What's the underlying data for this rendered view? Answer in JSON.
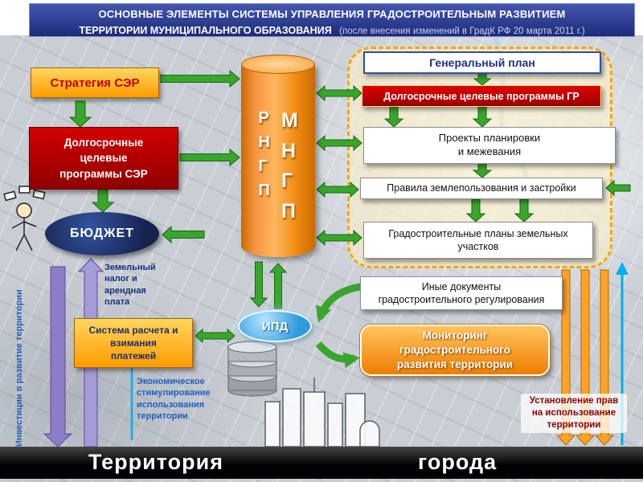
{
  "header": {
    "title_line1": "ОСНОВНЫЕ ЭЛЕМЕНТЫ СИСТЕМЫ УПРАВЛЕНИЯ ГРАДОСТРОИТЕЛЬНЫМ РАЗВИТИЕМ",
    "title_line2": "ТЕРРИТОРИИ МУНИЦИПАЛЬНОГО ОБРАЗОВАНИЯ",
    "title_note": "(после внесения изменений в ГрадК РФ 20 марта 2011 г.)"
  },
  "left_column": {
    "strategy_label": "Стратегия СЭР",
    "programs_label": "Долгосрочные\nцелевые\nпрограммы СЭР",
    "budget_label": "БЮДЖЕТ",
    "land_tax_label": "Земельный\nналог и\nарендная\nплата",
    "investments_label": "Инвестиции в развитие территории",
    "payment_system_label": "Система расчета и\nвзимания\nплатежей",
    "stimulus_label": "Экономическое\nстимулирование\nиспользования\nтерритории"
  },
  "center": {
    "rngp_label": "Р\nН\nГ\nП",
    "mngp_label": "М\nН\nГ\nП",
    "ipd_label": "ИПД"
  },
  "right_panel": {
    "general_plan_label": "Генеральный план",
    "target_programs_label": "Долгосрочные целевые программы ГР",
    "planning_projects_label": "Проекты планировки\nи межевания",
    "landuse_rules_label": "Правила землепользования и застройки",
    "plot_plans_label": "Градостроительные планы земельных\nучастков",
    "other_documents_label": "Иные документы\nградостроительного регулирования",
    "monitoring_label": "Мониторинг\nградостроительного\nразвития территории",
    "rights_label": "Установление прав\nна использование\nтерритории"
  },
  "footer": {
    "territory_label": "Территория",
    "city_label": "города"
  },
  "colors": {
    "header_blue": "#2c3c96",
    "green_arrow": "#3aa52c",
    "green_dark": "#156815",
    "purple_arrow": "#8d7cc8",
    "purple_light": "#a79ad8",
    "purple_dark": "#5a4a9a",
    "orange_arrow": "#ffa228",
    "orange_dark": "#b06a00",
    "cyan_line": "#00b0f0",
    "red_box": "#c00000",
    "navy_budget": "#233d7d",
    "ipd_blue": "#39a0e0",
    "panel_border": "#f2a900",
    "box_orange": "#ff9d00"
  }
}
